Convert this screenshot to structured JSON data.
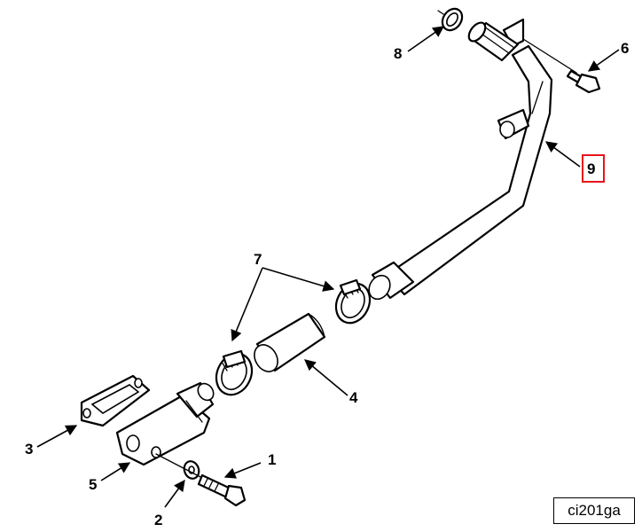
{
  "callouts": {
    "c1": "1",
    "c2": "2",
    "c3": "3",
    "c4": "4",
    "c5": "5",
    "c6": "6",
    "c7": "7",
    "c8": "8",
    "c9": "9"
  },
  "figure_code": "ci201ga",
  "highlight": {
    "callout": "9",
    "color": "#e8141c"
  }
}
